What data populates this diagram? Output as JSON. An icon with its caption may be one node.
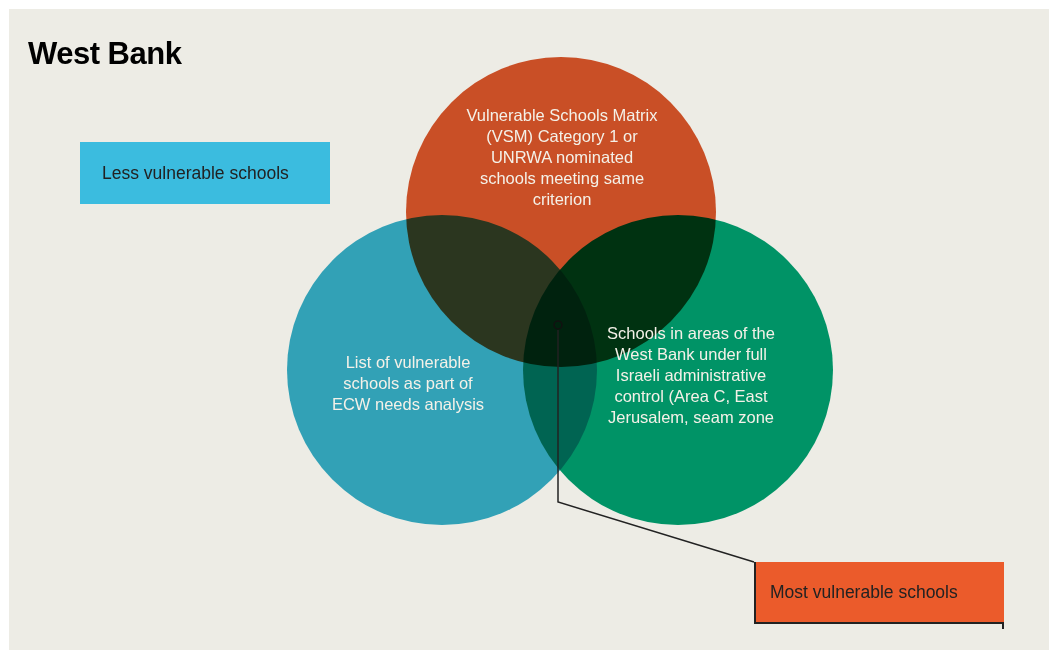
{
  "diagram": {
    "title": "West Bank",
    "nodes": [
      {
        "text": [
          "Vulnerable Schools Matrix (VSM) Category 1 or UNRWA nominated schools meeting same criterion"
        ]
      },
      {
        "text": [
          "List of vulnerable schools as part of ECW needs analysis"
        ]
      },
      {
        "text": [
          "Schools in areas of the West Bank under full Israeli administrative control (Area C, East Jerusalem, seam zone"
        ]
      },
      {
        "text": [
          "Less vulnerable schools"
        ]
      },
      {
        "text": [],
        "shape": "circle"
      },
      {
        "text": [
          "Most vulnerable schools"
        ]
      }
    ],
    "edges": [
      {
        "from": 5,
        "to": 4,
        "arrow": "none"
      }
    ]
  }
}
